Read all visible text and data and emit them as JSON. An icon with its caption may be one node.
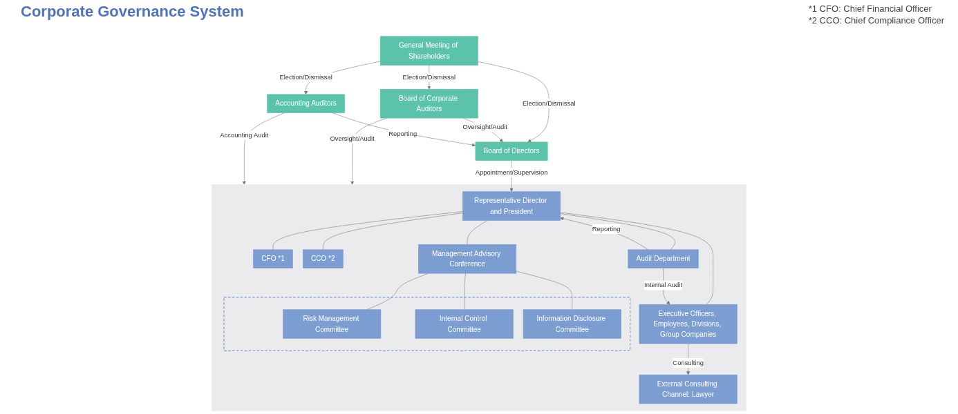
{
  "diagram": {
    "title": "Corporate Governance System",
    "nodes": [
      {
        "text": [
          "General Meeting of Shareholders"
        ]
      },
      {
        "text": [
          "Board of Corporate Auditors"
        ]
      },
      {
        "text": [
          "Board of Directors"
        ]
      },
      {
        "text": [
          "Accounting Auditors"
        ]
      },
      {
        "text": [],
        "shape": "box"
      },
      {
        "text": [
          "Representative Director and President"
        ],
        "in": 4
      },
      {
        "text": [
          "Management Advisory Conference"
        ],
        "in": 4
      },
      {
        "text": [
          "CFO *1"
        ],
        "in": 4
      },
      {
        "text": [
          "CCO *2"
        ],
        "in": 4
      },
      {
        "text": [],
        "shape": "box",
        "in": 4
      },
      {
        "text": [
          "Risk Management Committee"
        ],
        "in": 9
      },
      {
        "text": [
          "Internal Control Committee"
        ],
        "in": 9
      },
      {
        "text": [
          "Information Disclosure Committee"
        ],
        "in": 9
      },
      {
        "text": [
          "Audit Department"
        ],
        "in": 4
      },
      {
        "text": [
          "External Consulting Channel: Lawyer"
        ],
        "in": 4
      },
      {
        "text": [
          "Executive Officers, Employees, Divisions, Group Companies"
        ],
        "in": 4
      }
    ],
    "edges": [
      {
        "from": 0,
        "to": 1,
        "arrow": "to",
        "label": "Election/Dismissal"
      },
      {
        "from": 0,
        "to": 2,
        "arrow": "to",
        "label": "Election/Dismissal"
      },
      {
        "from": 0,
        "to": 3,
        "arrow": "to",
        "label": "Election/Dismissal"
      },
      {
        "from": 1,
        "to": 2,
        "arrow": "to",
        "label": "Oversight/Audit"
      },
      {
        "from": 3,
        "to": 2,
        "arrow": "to",
        "label": "Reporting"
      },
      {
        "from": 1,
        "to": 4,
        "arrow": "to",
        "label": "Oversight/Audit"
      },
      {
        "from": 2,
        "to": 5,
        "arrow": "to",
        "label": "Appointment/Supervision"
      },
      {
        "from": 3,
        "to": 4,
        "arrow": "to",
        "label": "Accounting Audit"
      },
      {
        "from": 13,
        "to": 5,
        "arrow": "to",
        "label": "Reporting"
      },
      {
        "from": 5,
        "to": 6,
        "arrow": "none"
      },
      {
        "from": 5,
        "to": 7,
        "arrow": "none"
      },
      {
        "from": 5,
        "to": 8,
        "arrow": "none"
      },
      {
        "from": 6,
        "to": 10,
        "arrow": "none"
      },
      {
        "from": 6,
        "to": 11,
        "arrow": "none"
      },
      {
        "from": 6,
        "to": 12,
        "arrow": "none"
      },
      {
        "from": 5,
        "to": 13,
        "arrow": "none"
      },
      {
        "from": 5,
        "to": 15,
        "arrow": "none"
      },
      {
        "from": 13,
        "to": 15,
        "arrow": "to",
        "label": "Internal Audit"
      },
      {
        "from": 15,
        "to": 14,
        "arrow": "to",
        "label": "Consulting"
      }
    ],
    "labels": [
      "*1 CFO: Chief Financial Officer",
      "*2 CCO: Chief Compliance Officer"
    ]
  }
}
